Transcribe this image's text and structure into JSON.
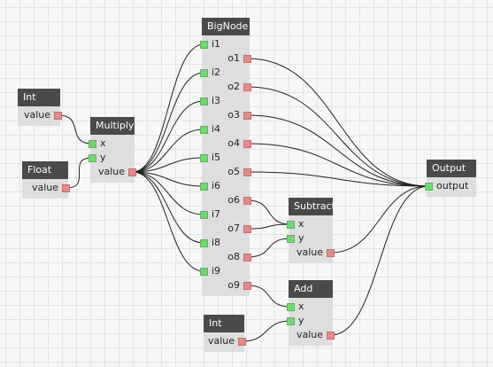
{
  "colors": {
    "background": "#f7f7f7",
    "grid": "#e3e3e3",
    "node_header": "#4a4a4a",
    "node_body": "#dedede",
    "input_port": "#72d872",
    "output_port": "#e58a8a",
    "wire": "#222222"
  },
  "nodes": [
    {
      "id": "int1",
      "title": "Int",
      "inputs": [],
      "outputs": [
        "value"
      ]
    },
    {
      "id": "float1",
      "title": "Float",
      "inputs": [],
      "outputs": [
        "value"
      ]
    },
    {
      "id": "multiply",
      "title": "Multiply",
      "inputs": [
        "x",
        "y"
      ],
      "outputs": [
        "value"
      ]
    },
    {
      "id": "bignode",
      "title": "BigNode",
      "inputs": [
        "i1",
        "i2",
        "i3",
        "i4",
        "i5",
        "i6",
        "i7",
        "i8",
        "i9"
      ],
      "outputs": [
        "o1",
        "o2",
        "o3",
        "o4",
        "o5",
        "o6",
        "o7",
        "o8",
        "o9"
      ]
    },
    {
      "id": "subtract",
      "title": "Subtract",
      "inputs": [
        "x",
        "y"
      ],
      "outputs": [
        "value"
      ]
    },
    {
      "id": "add",
      "title": "Add",
      "inputs": [
        "x",
        "y"
      ],
      "outputs": [
        "value"
      ]
    },
    {
      "id": "int2",
      "title": "Int",
      "inputs": [],
      "outputs": [
        "value"
      ]
    },
    {
      "id": "output",
      "title": "Output",
      "inputs": [
        "output"
      ],
      "outputs": []
    }
  ],
  "connections": [
    [
      "int1.out.value",
      "multiply.in.x"
    ],
    [
      "float1.out.value",
      "multiply.in.y"
    ],
    [
      "multiply.out.value",
      "bignode.in.i1"
    ],
    [
      "multiply.out.value",
      "bignode.in.i2"
    ],
    [
      "multiply.out.value",
      "bignode.in.i3"
    ],
    [
      "multiply.out.value",
      "bignode.in.i4"
    ],
    [
      "multiply.out.value",
      "bignode.in.i5"
    ],
    [
      "multiply.out.value",
      "bignode.in.i6"
    ],
    [
      "multiply.out.value",
      "bignode.in.i7"
    ],
    [
      "multiply.out.value",
      "bignode.in.i8"
    ],
    [
      "multiply.out.value",
      "bignode.in.i9"
    ],
    [
      "bignode.out.o1",
      "output.in.output"
    ],
    [
      "bignode.out.o2",
      "output.in.output"
    ],
    [
      "bignode.out.o3",
      "output.in.output"
    ],
    [
      "bignode.out.o4",
      "output.in.output"
    ],
    [
      "bignode.out.o5",
      "output.in.output"
    ],
    [
      "bignode.out.o6",
      "subtract.in.x"
    ],
    [
      "bignode.out.o7",
      "subtract.in.x"
    ],
    [
      "bignode.out.o8",
      "subtract.in.y"
    ],
    [
      "bignode.out.o9",
      "add.in.x"
    ],
    [
      "int2.out.value",
      "add.in.y"
    ],
    [
      "subtract.out.value",
      "output.in.output"
    ],
    [
      "add.out.value",
      "output.in.output"
    ]
  ]
}
